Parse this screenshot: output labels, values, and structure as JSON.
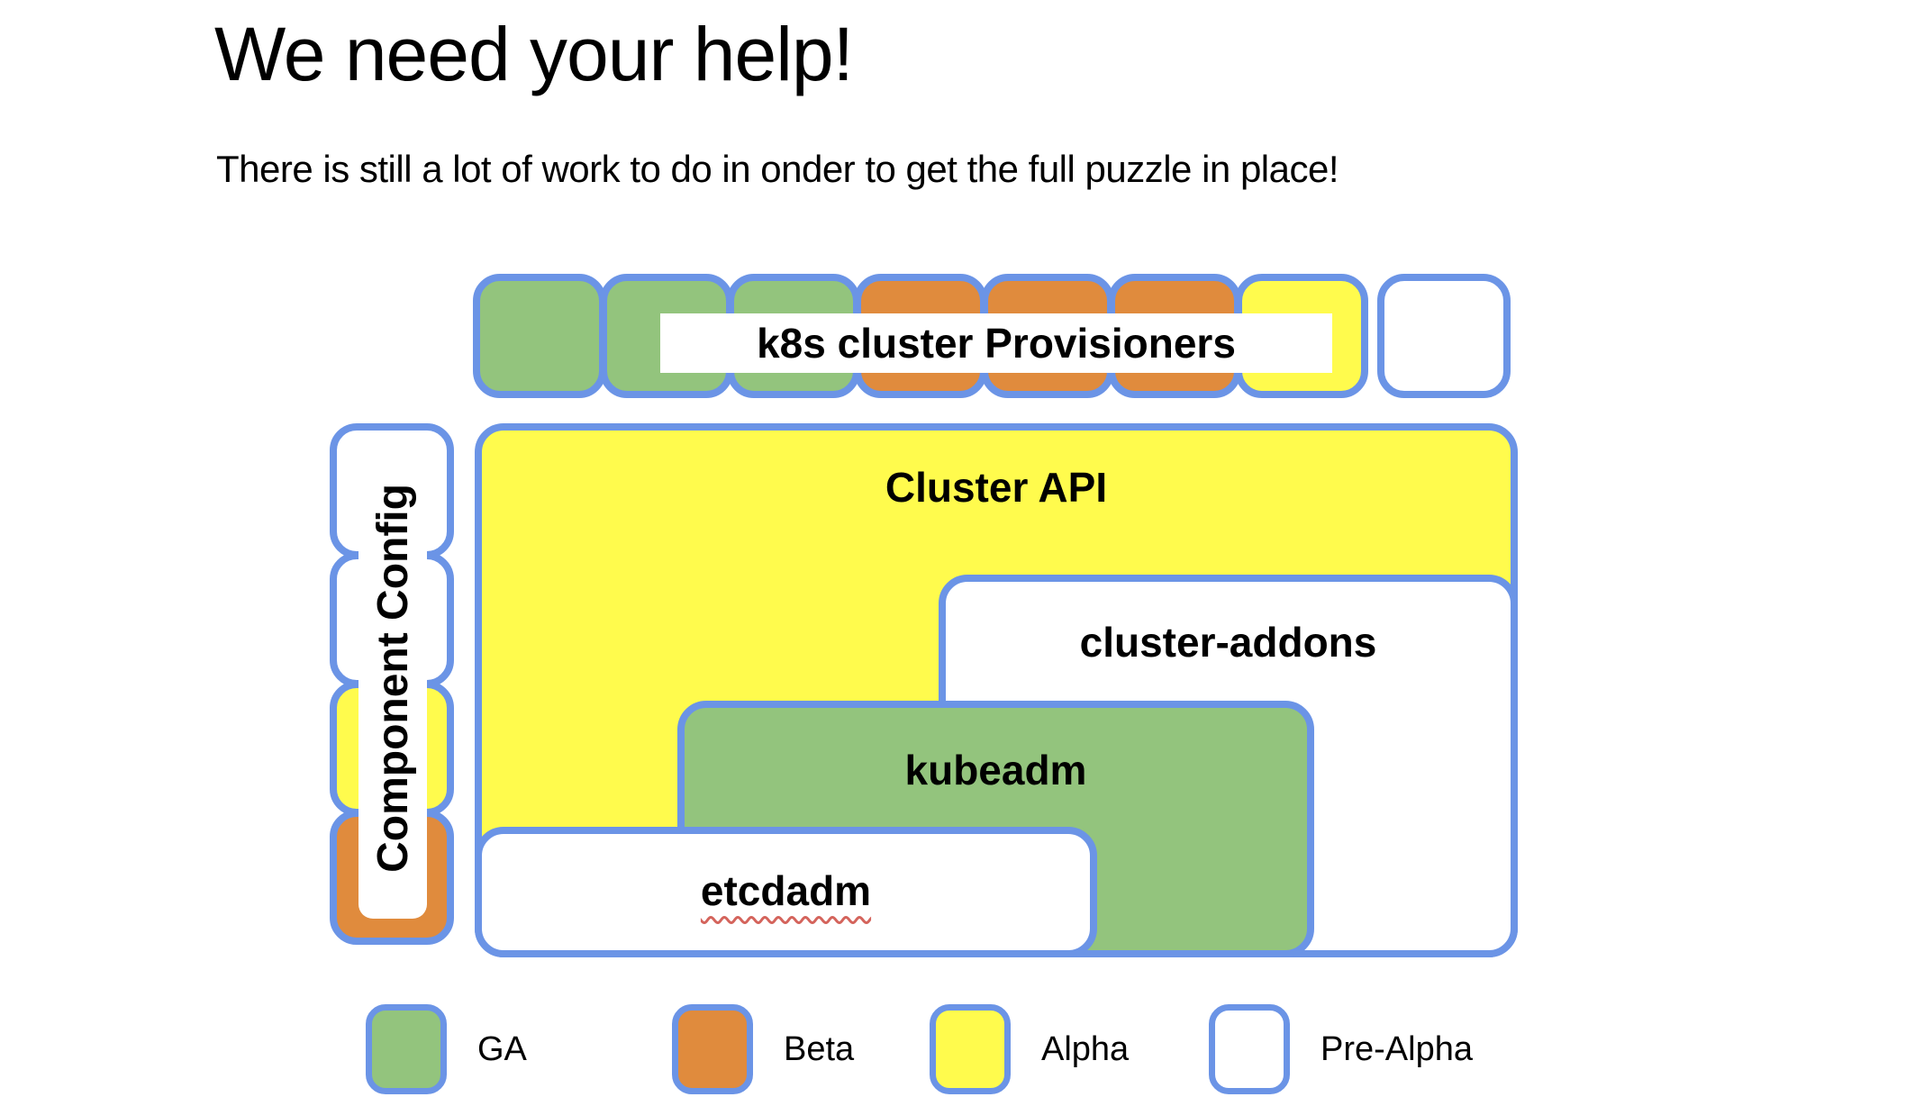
{
  "slide": {
    "title": "We need your help!",
    "subtitle": "There is still a lot of work to do in onder to get the full puzzle in place!"
  },
  "puzzle": {
    "provisioners_label": "k8s cluster Provisioners",
    "provisioner_pieces": [
      "ga",
      "ga",
      "ga",
      "beta",
      "beta",
      "beta",
      "alpha",
      "pre-alpha"
    ],
    "component_config_label": "Component Config",
    "component_config_pieces": [
      "pre-alpha",
      "pre-alpha",
      "alpha",
      "beta"
    ],
    "boxes": {
      "cluster_api": {
        "label": "Cluster API",
        "status": "alpha"
      },
      "cluster_addons": {
        "label": "cluster-addons",
        "status": "pre-alpha"
      },
      "kubeadm": {
        "label": "kubeadm",
        "status": "ga"
      },
      "etcdadm": {
        "label": "etcdadm",
        "status": "pre-alpha",
        "spellcheck_underline": true
      }
    }
  },
  "legend": {
    "items": [
      {
        "label": "GA",
        "status": "ga"
      },
      {
        "label": "Beta",
        "status": "beta"
      },
      {
        "label": "Alpha",
        "status": "alpha"
      },
      {
        "label": "Pre-Alpha",
        "status": "pre-alpha"
      }
    ]
  },
  "colors": {
    "ga": "#93C47D",
    "beta": "#E08B3D",
    "alpha": "#FFFB4D",
    "pre-alpha": "#FFFFFF",
    "border": "#6B94E6",
    "spellcheck": "#D4645C",
    "text": "#000000"
  }
}
